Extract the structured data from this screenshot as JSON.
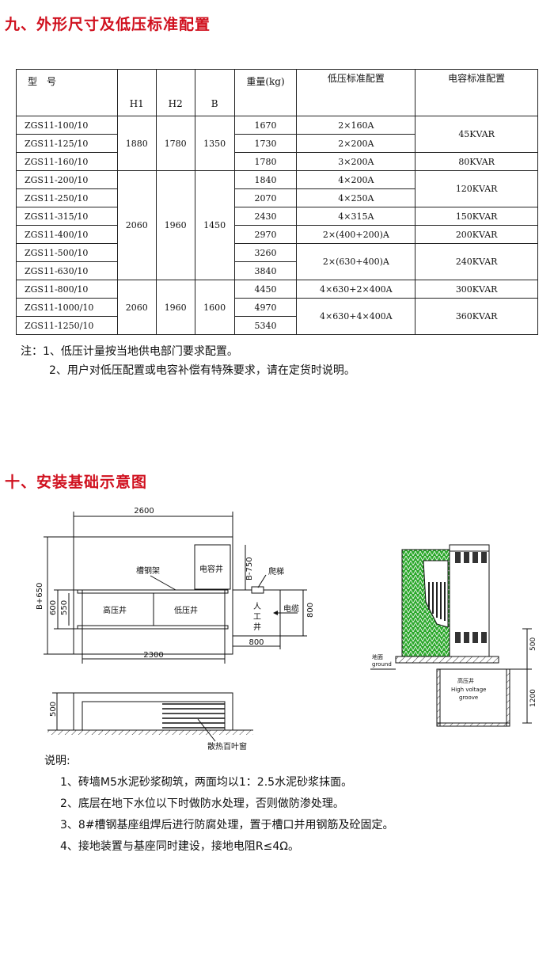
{
  "section9": {
    "title": "九、外形尺寸及低压标准配置"
  },
  "table": {
    "headers": {
      "model": "型　号",
      "h1": "H1",
      "h2": "H2",
      "b": "B",
      "weight": "重量(kg)",
      "lv": "低压标准配置",
      "cap": "电容标准配置"
    },
    "groups": [
      {
        "h1": "1880",
        "h2": "1780",
        "b": "1350"
      },
      {
        "h1": "2060",
        "h2": "1960",
        "b": "1450"
      },
      {
        "h1": "2060",
        "h2": "1960",
        "b": "1600"
      }
    ],
    "rows": [
      {
        "model": "ZGS11-100/10",
        "weight": "1670"
      },
      {
        "model": "ZGS11-125/10",
        "weight": "1730"
      },
      {
        "model": "ZGS11-160/10",
        "weight": "1780"
      },
      {
        "model": "ZGS11-200/10",
        "weight": "1840"
      },
      {
        "model": "ZGS11-250/10",
        "weight": "2070"
      },
      {
        "model": "ZGS11-315/10",
        "weight": "2430"
      },
      {
        "model": "ZGS11-400/10",
        "weight": "2970"
      },
      {
        "model": "ZGS11-500/10",
        "weight": "3260"
      },
      {
        "model": "ZGS11-630/10",
        "weight": "3840"
      },
      {
        "model": "ZGS11-800/10",
        "weight": "4450"
      },
      {
        "model": "ZGS11-1000/10",
        "weight": "4970"
      },
      {
        "model": "ZGS11-1250/10",
        "weight": "5340"
      }
    ],
    "lv": [
      "2×160A",
      "2×200A",
      "3×200A",
      "4×200A",
      "4×250A",
      "4×315A",
      "2×(400+200)A",
      "2×(630+400)A",
      "4×630+2×400A",
      "4×630+4×400A"
    ],
    "cap": [
      "45KVAR",
      "80KVAR",
      "120KVAR",
      "150KVAR",
      "200KVAR",
      "240KVAR",
      "300KVAR",
      "360KVAR"
    ]
  },
  "notes": {
    "line1": "注：1、低压计量按当地供电部门要求配置。",
    "line2": "2、用户对低压配置或电容补偿有特殊要求，请在定货时说明。"
  },
  "section10": {
    "title": "十、安装基础示意图"
  },
  "plan": {
    "dim_2600": "2600",
    "dim_2300": "2300",
    "dim_800_bottom": "800",
    "dim_800_right": "800",
    "dim_b650": "B+650",
    "dim_600": "600",
    "dim_550": "550",
    "dim_b750": "B-750",
    "channel_steel": "槽钢架",
    "hv_well": "高压井",
    "lv_well": "低压井",
    "cap_well": "电容井",
    "ladder": "爬梯",
    "cable": "电缆",
    "manhole_1": "人",
    "manhole_2": "工",
    "manhole_3": "井"
  },
  "elevation": {
    "dim_500": "500",
    "louver": "散热百叶窗"
  },
  "side": {
    "ground_cn": "地面",
    "ground_en": "ground",
    "hv_cn": "高压井",
    "hv_en_1": "High voltage",
    "hv_en_2": "groove",
    "dim_500": "500",
    "dim_1200": "1200"
  },
  "description": {
    "title": "说明:",
    "items": [
      "1、砖墙M5水泥砂浆砌筑，两面均以1：2.5水泥砂浆抹面。",
      "2、底层在地下水位以下时做防水处理，否则做防渗处理。",
      "3、8#槽钢基座组焊后进行防腐处理，置于槽口并用钢筋及砼固定。",
      "4、接地装置与基座同时建设，接地电阻R≤4Ω。"
    ]
  }
}
